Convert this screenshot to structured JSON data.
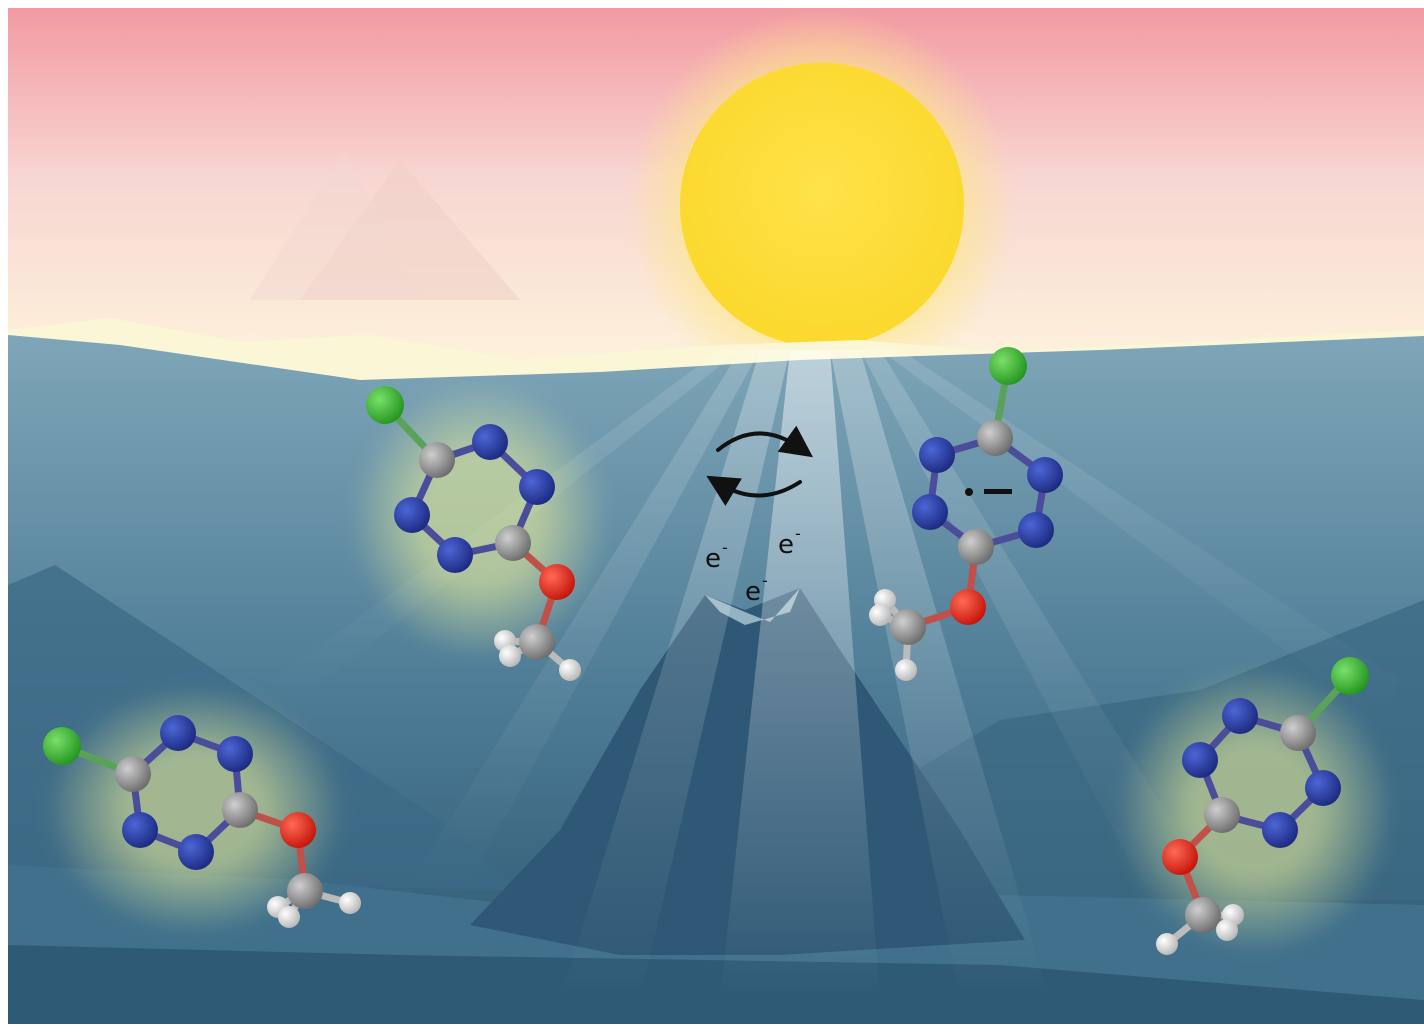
{
  "labels": {
    "electron_1": "e",
    "electron_2": "e",
    "electron_3": "e",
    "charge_minus": "−",
    "superscript": "-"
  },
  "colors": {
    "sky_top": "#f2a2a8",
    "sky_bottom": "#fdf3da",
    "sun": "#fde047",
    "water": "#5f8ea6",
    "deep_water": "#2e5873",
    "nitrogen": "#2a3e9e",
    "carbon": "#8c8c8c",
    "oxygen": "#e0271b",
    "chlorine": "#3cb83a",
    "hydrogen": "#e8e8e8"
  },
  "icons": {
    "cycle": "redox-cycle-arrows-icon",
    "sun": "sun-icon"
  }
}
